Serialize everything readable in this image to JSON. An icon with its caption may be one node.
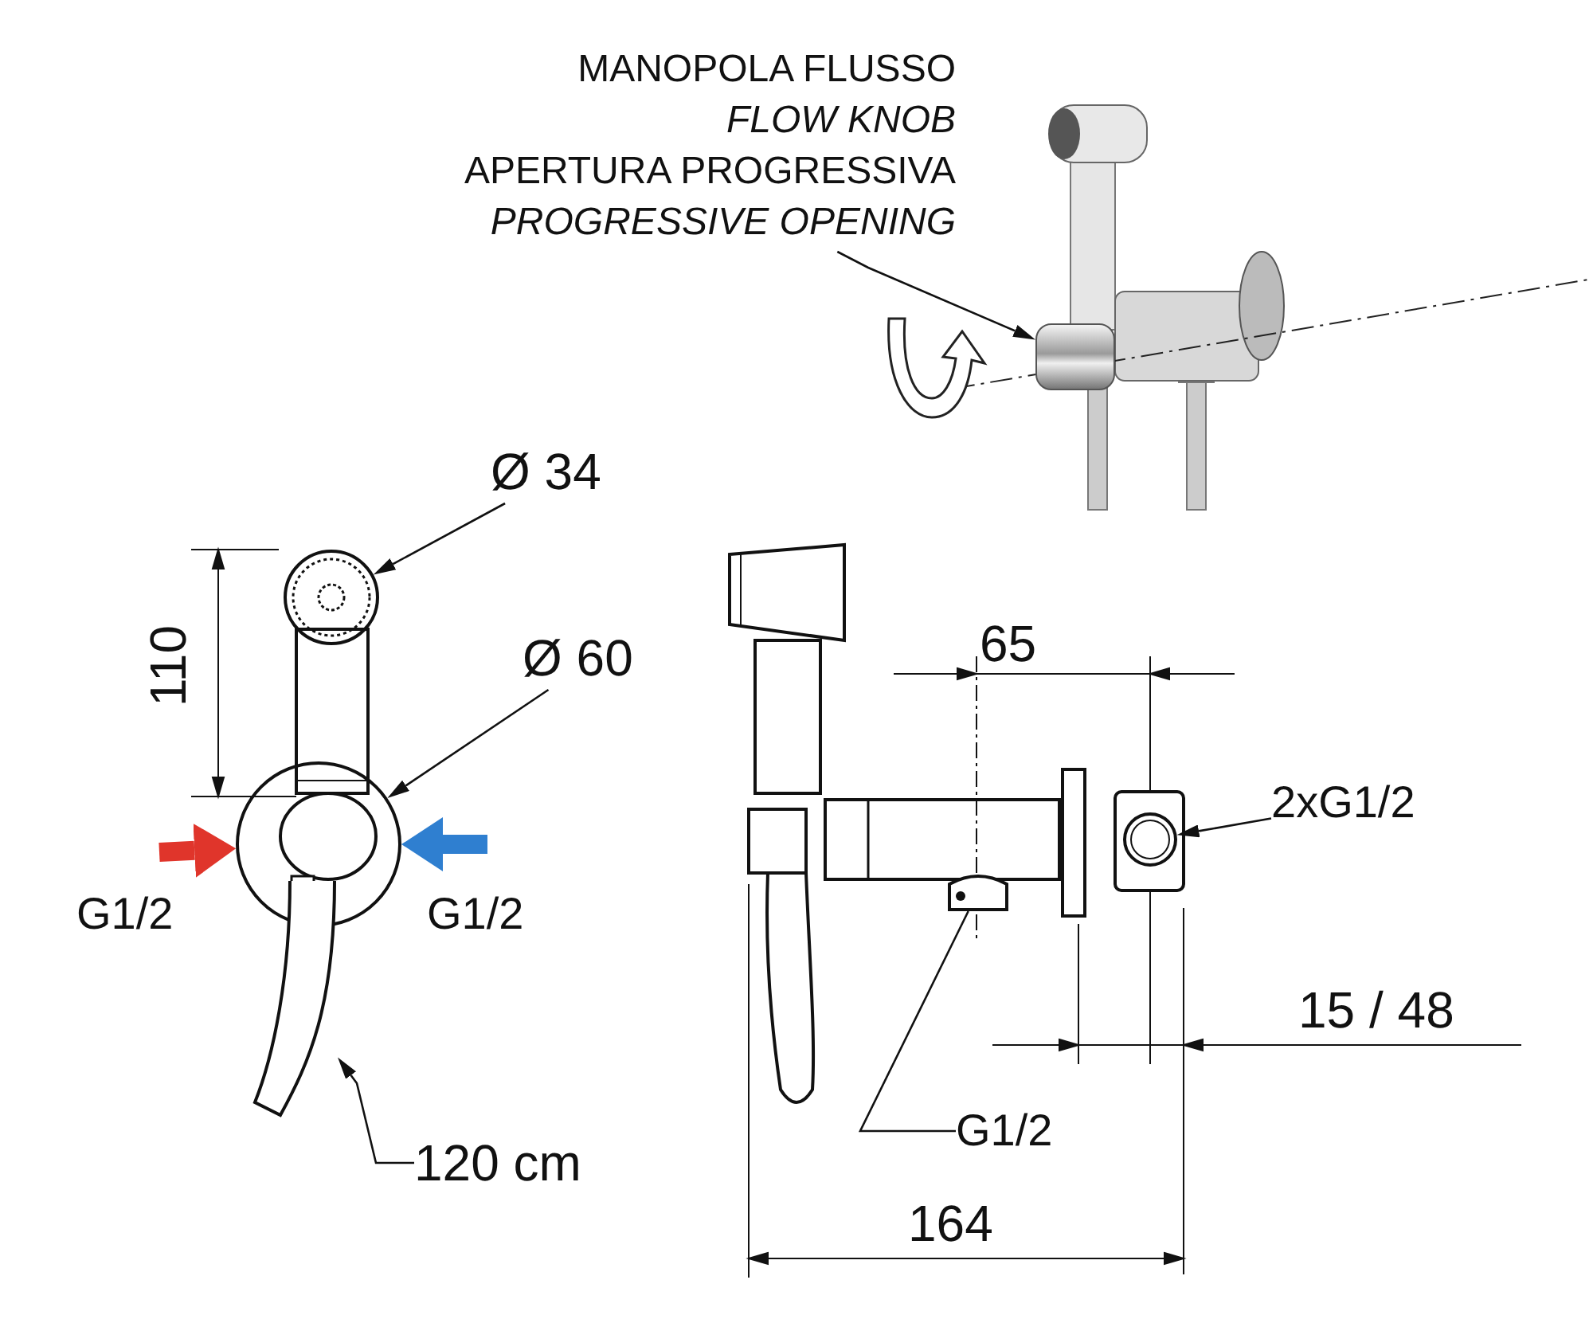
{
  "diagram": {
    "nodes": [
      {
        "text": [
          "MANOPOLA FLUSSO",
          "FLOW KNOB",
          "APERTURA PROGRESSIVA",
          "PROGRESSIVE OPENING"
        ]
      },
      {
        "text": [],
        "shape": "picture"
      },
      {
        "text": [
          "Ø 34"
        ]
      },
      {
        "text": [],
        "shape": "circle"
      },
      {
        "text": [
          "Ø 60"
        ]
      },
      {
        "text": [],
        "shape": "circle"
      },
      {
        "text": [
          "120 cm"
        ]
      },
      {
        "text": [],
        "shape": "bar"
      },
      {
        "text": [
          "2xG1/2"
        ]
      },
      {
        "text": [],
        "shape": "circle"
      },
      {
        "text": [
          "G1/2"
        ]
      },
      {
        "text": [],
        "shape": "box"
      }
    ],
    "edges": [
      {
        "from": 0,
        "to": 1,
        "arrow": "to"
      },
      {
        "from": 2,
        "to": 3,
        "arrow": "to"
      },
      {
        "from": 4,
        "to": 5,
        "arrow": "to"
      },
      {
        "from": 6,
        "to": 7,
        "arrow": "to"
      },
      {
        "from": 8,
        "to": 9,
        "arrow": "to"
      },
      {
        "from": 10,
        "to": 11,
        "arrow": "none"
      },
      {
        "from": null,
        "to": 5,
        "arrow": "to",
        "style": "thick",
        "color": "#e0352b"
      },
      {
        "from": null,
        "to": 5,
        "arrow": "to",
        "style": "thick",
        "color": "#2f7fd0"
      }
    ],
    "labels": [
      "65",
      "110",
      "G1/2",
      "G1/2",
      "15 / 48",
      "164"
    ]
  }
}
